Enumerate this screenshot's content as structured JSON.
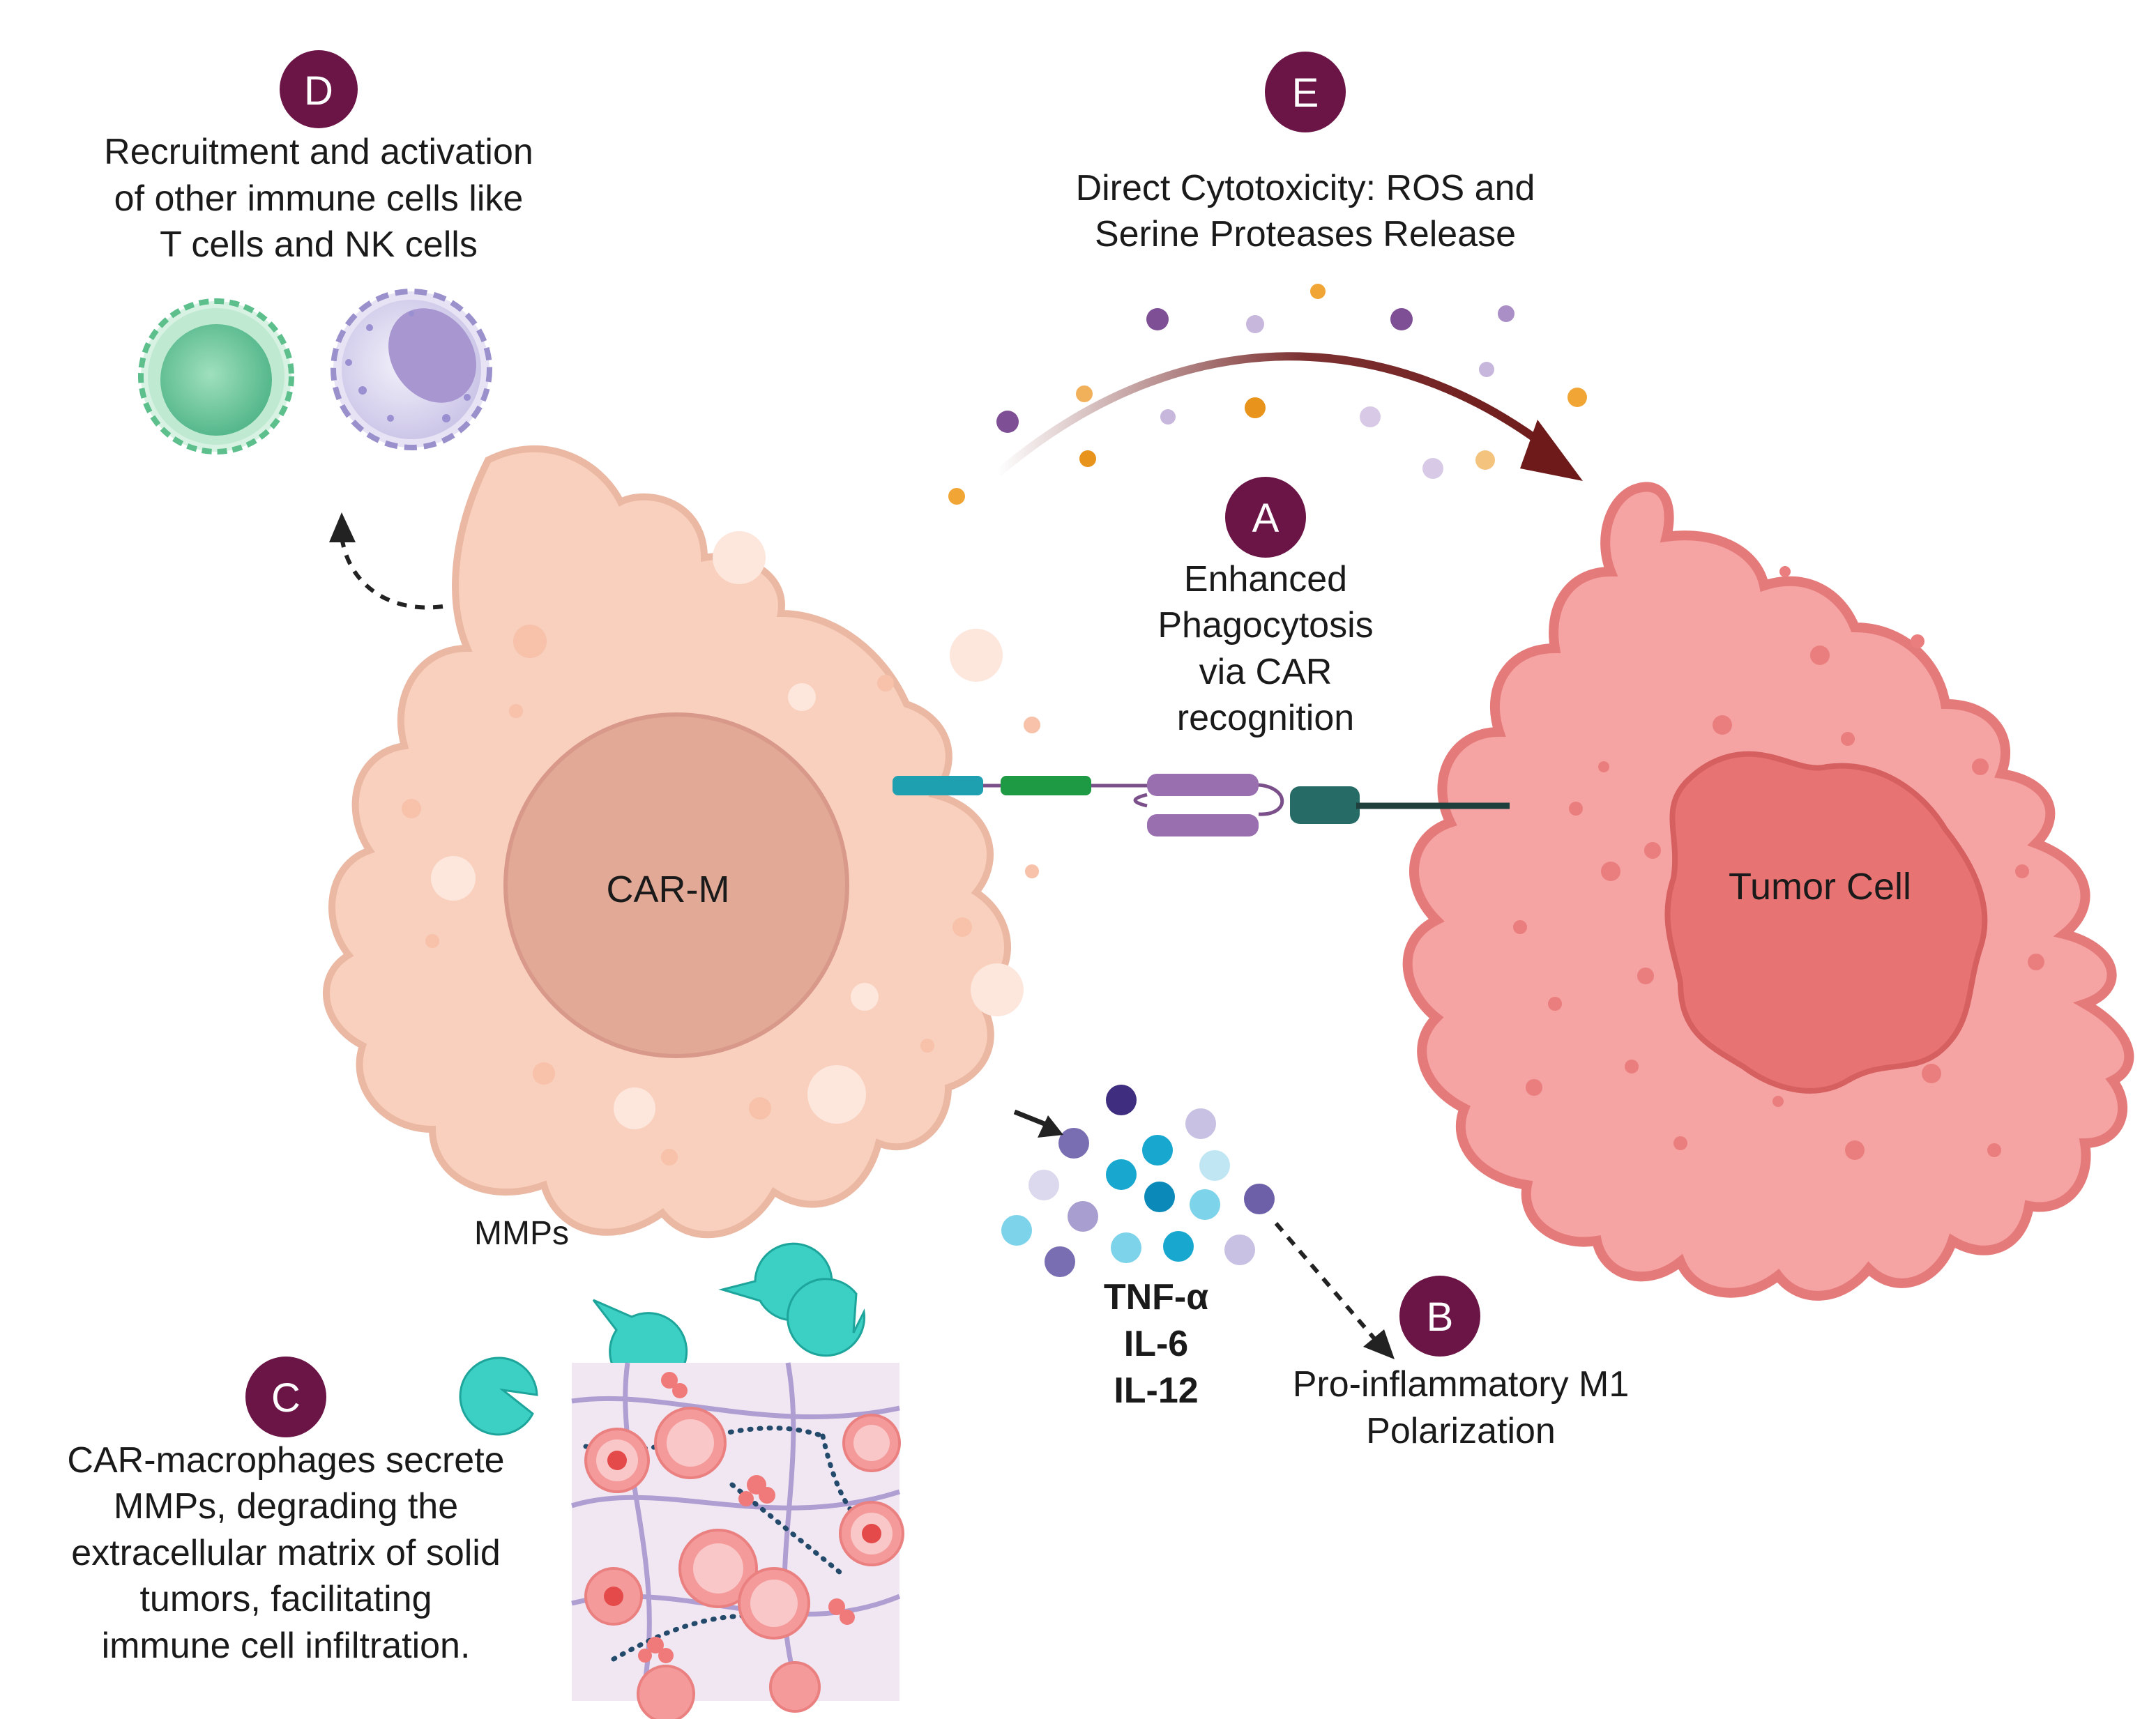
{
  "badges": {
    "a": "A",
    "b": "B",
    "c": "C",
    "d": "D",
    "e": "E"
  },
  "cells": {
    "car_m": "CAR-M",
    "tumor": "Tumor Cell"
  },
  "labels": {
    "d_lines": [
      "Recruitment and activation",
      "of other immune cells like",
      "T cells and NK cells"
    ],
    "e_lines": [
      "Direct Cytotoxicity: ROS and",
      "Serine Proteases Release"
    ],
    "a_lines": [
      "Enhanced",
      "Phagocytosis",
      "via CAR",
      "recognition"
    ],
    "b_lines": [
      "Pro-inflammatory M1",
      "Polarization"
    ],
    "c_lines": [
      "CAR-macrophages secrete",
      "MMPs, degrading the",
      "extracellular matrix of solid",
      "tumors, facilitating",
      "immune cell infiltration."
    ],
    "mmps": "MMPs",
    "cytokines": [
      "TNF-α",
      "IL-6",
      "IL-12"
    ]
  },
  "colors": {
    "badge": "#6b1446",
    "car_m_body": "#f9d0bd",
    "car_m_nucleus": "#e2a996",
    "tumor_body": "#f5a3a3",
    "tumor_nucleus": "#e87373",
    "mmp": "#3ccfc4",
    "arrow": "#6e1a1a"
  }
}
